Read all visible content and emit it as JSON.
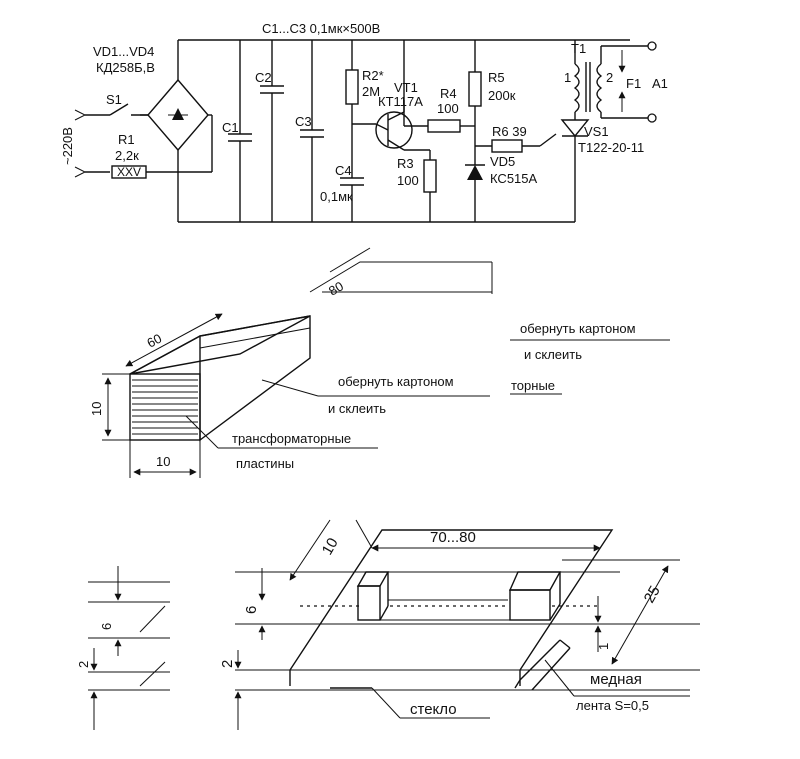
{
  "schematic": {
    "caps_header": "C1...C3 0,1мк×500В",
    "vd1_name": "VD1...VD4",
    "vd1_type": "КД258Б,В",
    "s1": "S1",
    "r1_name": "R1",
    "r1_value": "2,2к",
    "r1_body": "XXV",
    "mains": "~220В",
    "c1": "C1",
    "c2": "C2",
    "c3": "C3",
    "r2_name": "R2*",
    "r2_value": "2М",
    "vt1_name": "VT1",
    "vt1_type": "КТ117А",
    "r4_name": "R4",
    "r4_value": "100",
    "r5_name": "R5",
    "r5_value": "200к",
    "c4_name": "C4",
    "c4_value": "0,1мк",
    "r3_name": "R3",
    "r3_value": "100",
    "vd5_name": "VD5",
    "vd5_type": "КС515А",
    "r6_name": "R6 39",
    "t1": "T1",
    "t1_w1": "1",
    "t1_w2": "2",
    "f1": "F1",
    "a1": "A1",
    "vs1_name": "VS1",
    "vs1_type": "Т122-20-11"
  },
  "core": {
    "dim_length": "60",
    "dim_height": "10",
    "dim_width": "10",
    "dim_partial": "80",
    "note_wrap_1": "обернуть картоном",
    "note_wrap_2": "и склеить",
    "note_plates_1": "трансформаторные",
    "note_plates_2": "пластины",
    "ghost_wrap_1": "обернуть картоном",
    "ghost_wrap_2": "и склеить",
    "ghost_plates": "торные"
  },
  "fixture": {
    "dim_span": "70...80",
    "dim_width": "10",
    "dim_depth": "25",
    "dim_6": "6",
    "dim_2": "2",
    "dim_1": "1",
    "dim_6_left": "6",
    "dim_2_left": "2",
    "label_glass": "стекло",
    "label_copper_1": "медная",
    "label_copper_2": "лента  S=0,5"
  }
}
